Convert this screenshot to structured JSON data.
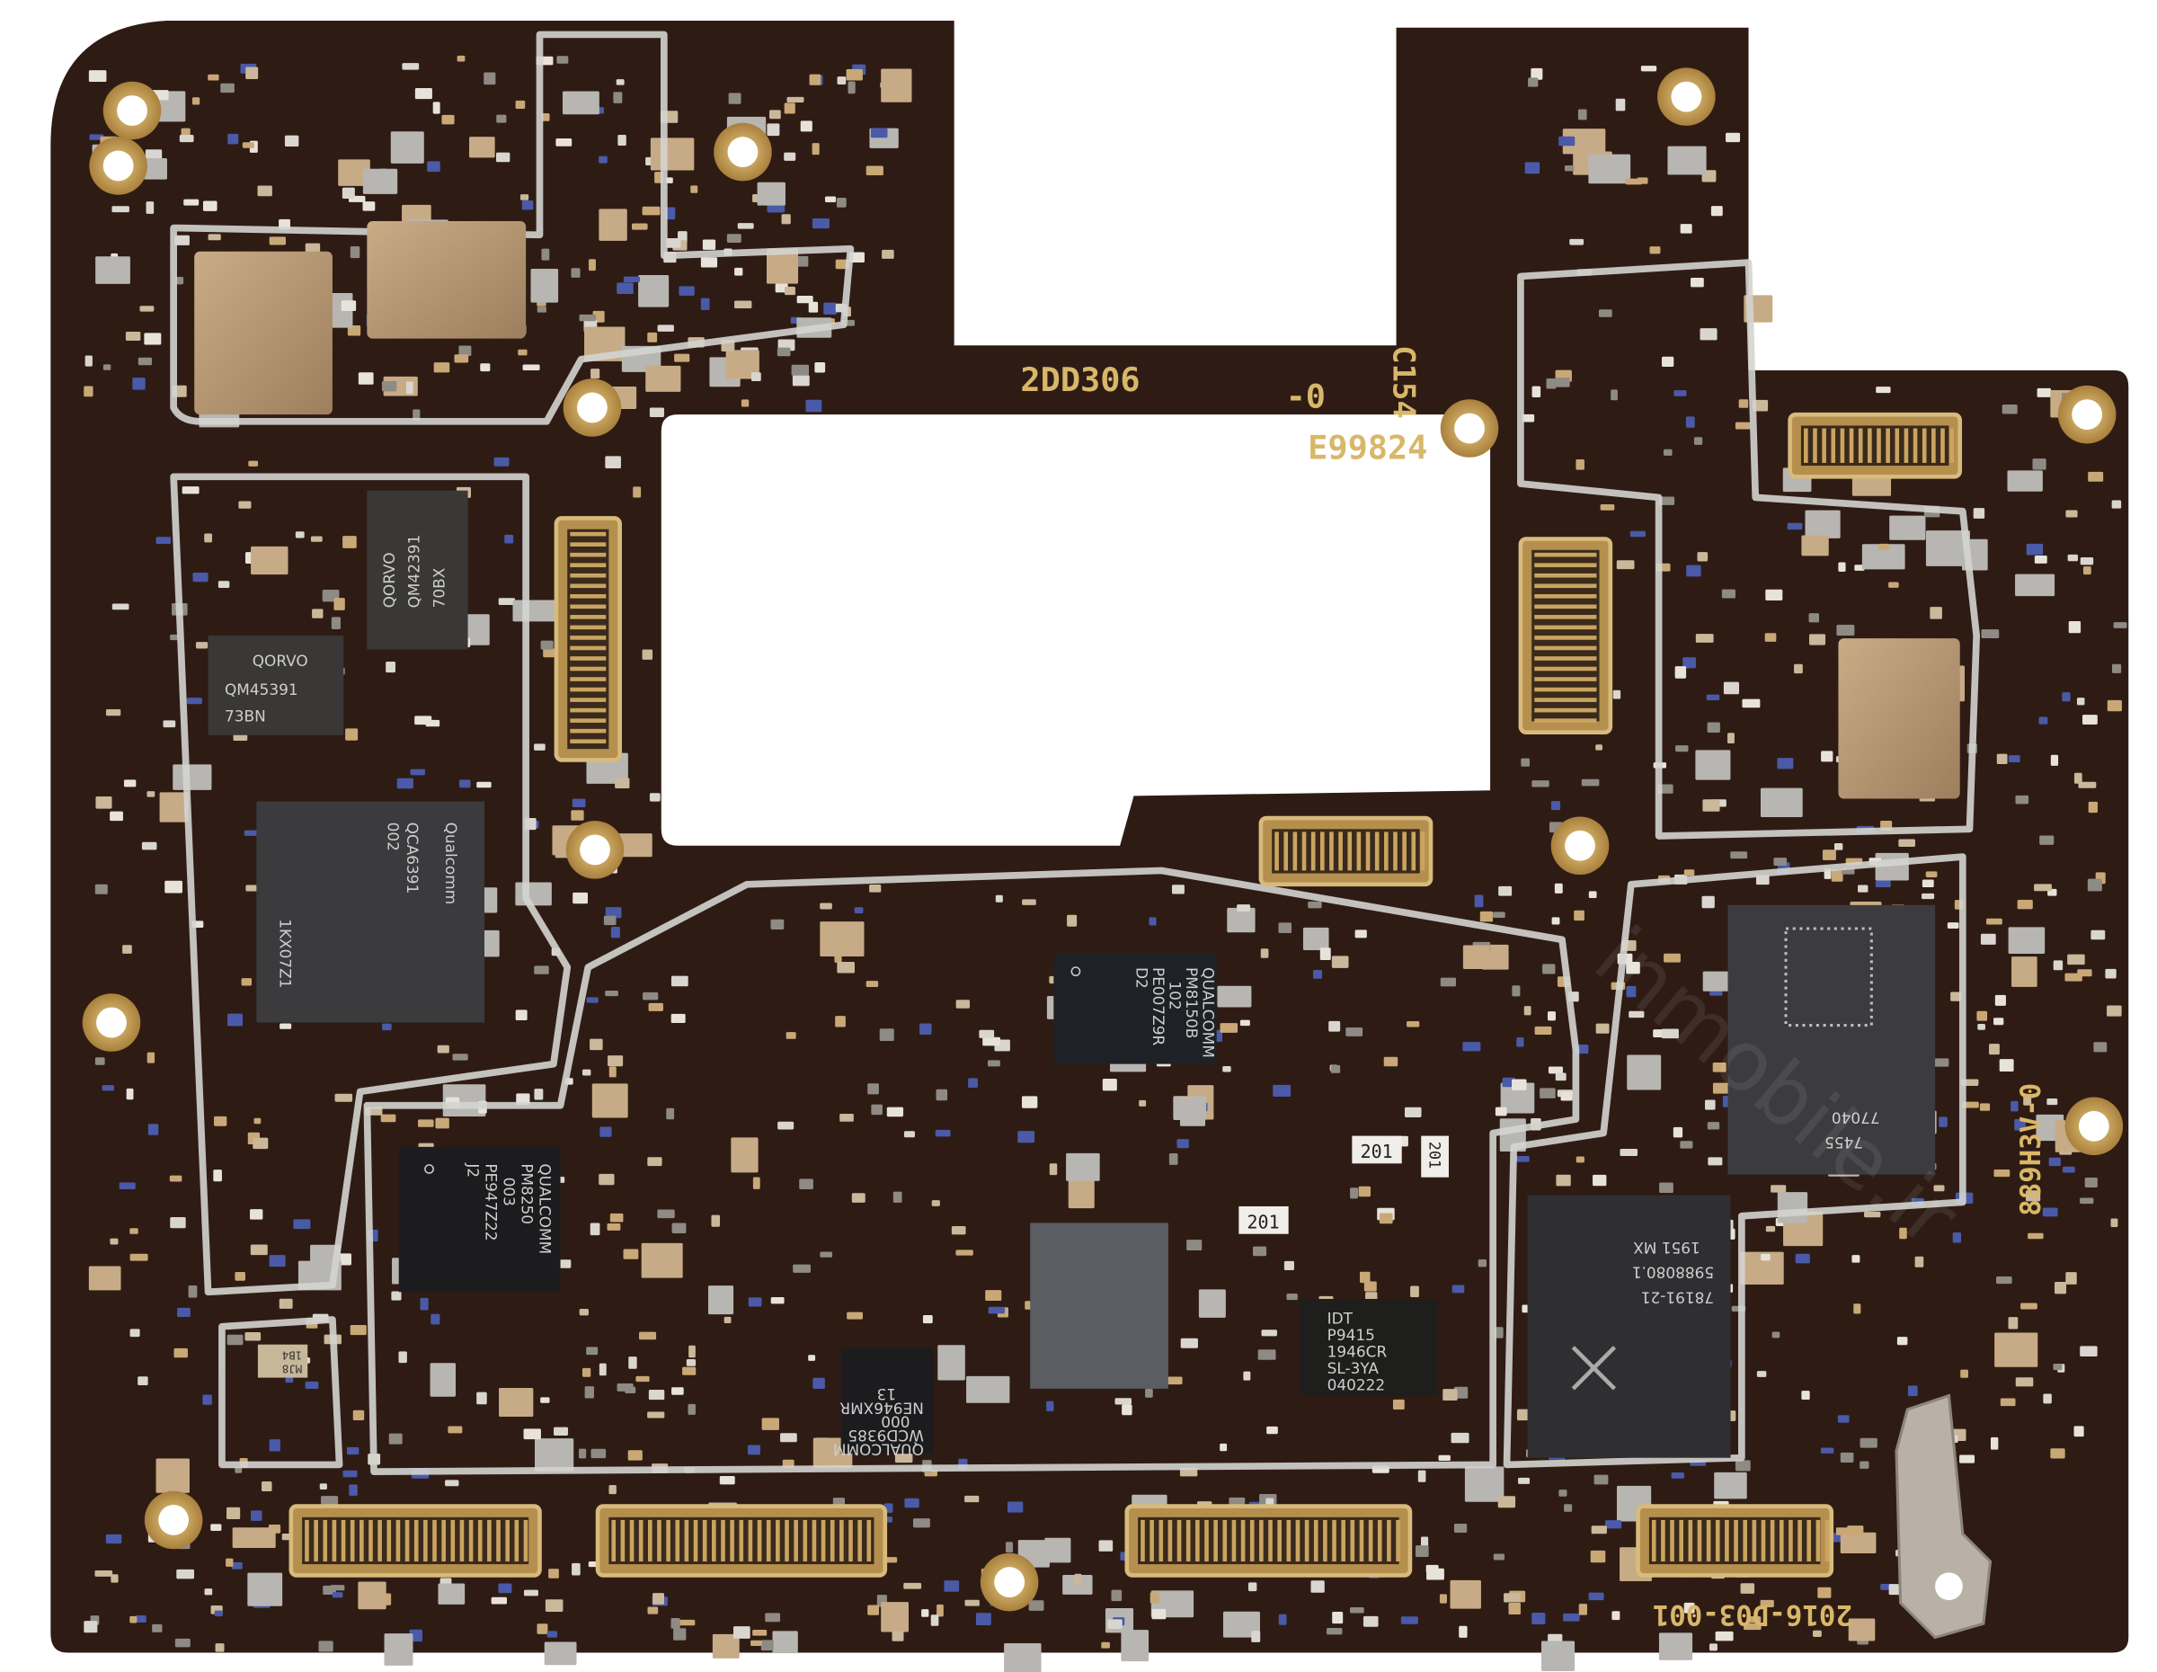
{
  "silkscreen": {
    "board_code": "2DD306",
    "revision": "-0",
    "ref_c154": "C154",
    "serial": "E99824",
    "side_code": "889H3V-0",
    "part_number": "2016-D03-001",
    "ref_201_a": "201",
    "ref_201_b": "201",
    "ref_201_c": "201",
    "ref_1b4": "1B4",
    "ref_mj8": "MJ8"
  },
  "chips": {
    "qorvo_a": {
      "brand": "QORVO",
      "part": "QM42391",
      "lot": "70BX"
    },
    "qorvo_b": {
      "brand": "QORVO",
      "part": "QM45391",
      "lot": "73BN"
    },
    "wifi": {
      "brand": "Qualcomm",
      "part": "QCA6391",
      "rev": "002",
      "lot": "1KX07Z1"
    },
    "pmic_b": {
      "brand": "QUALCOMM",
      "part": "PM8150B",
      "rev": "102",
      "lot": "PE007Z9R",
      "code": "D2"
    },
    "pmic": {
      "brand": "QUALCOMM",
      "part": "PM8250",
      "rev": "003",
      "lot": "PE947Z22",
      "code": "J2"
    },
    "codec": {
      "brand": "QUALCOMM",
      "part": "WCD9385",
      "rev": "000",
      "lot": "NE946XMR",
      "code": "13"
    },
    "wireless_charge": {
      "brand": "IDT",
      "part": "P9415",
      "lot": "1946CR",
      "line3": "SL-3YA",
      "line4": "040222"
    },
    "pa_module": {
      "part": "77040",
      "lot": "7455"
    },
    "rf_module": {
      "part": "78191-21",
      "lot": "5988080.1",
      "date": "1951 MX"
    }
  },
  "watermark": "inmobile.ir",
  "colors": {
    "pcb": "#2e1c14",
    "gold": "#c9a45a",
    "shield": "#d4d4d0",
    "chip": "#2a2a2c",
    "silk": "#d8b76a"
  }
}
